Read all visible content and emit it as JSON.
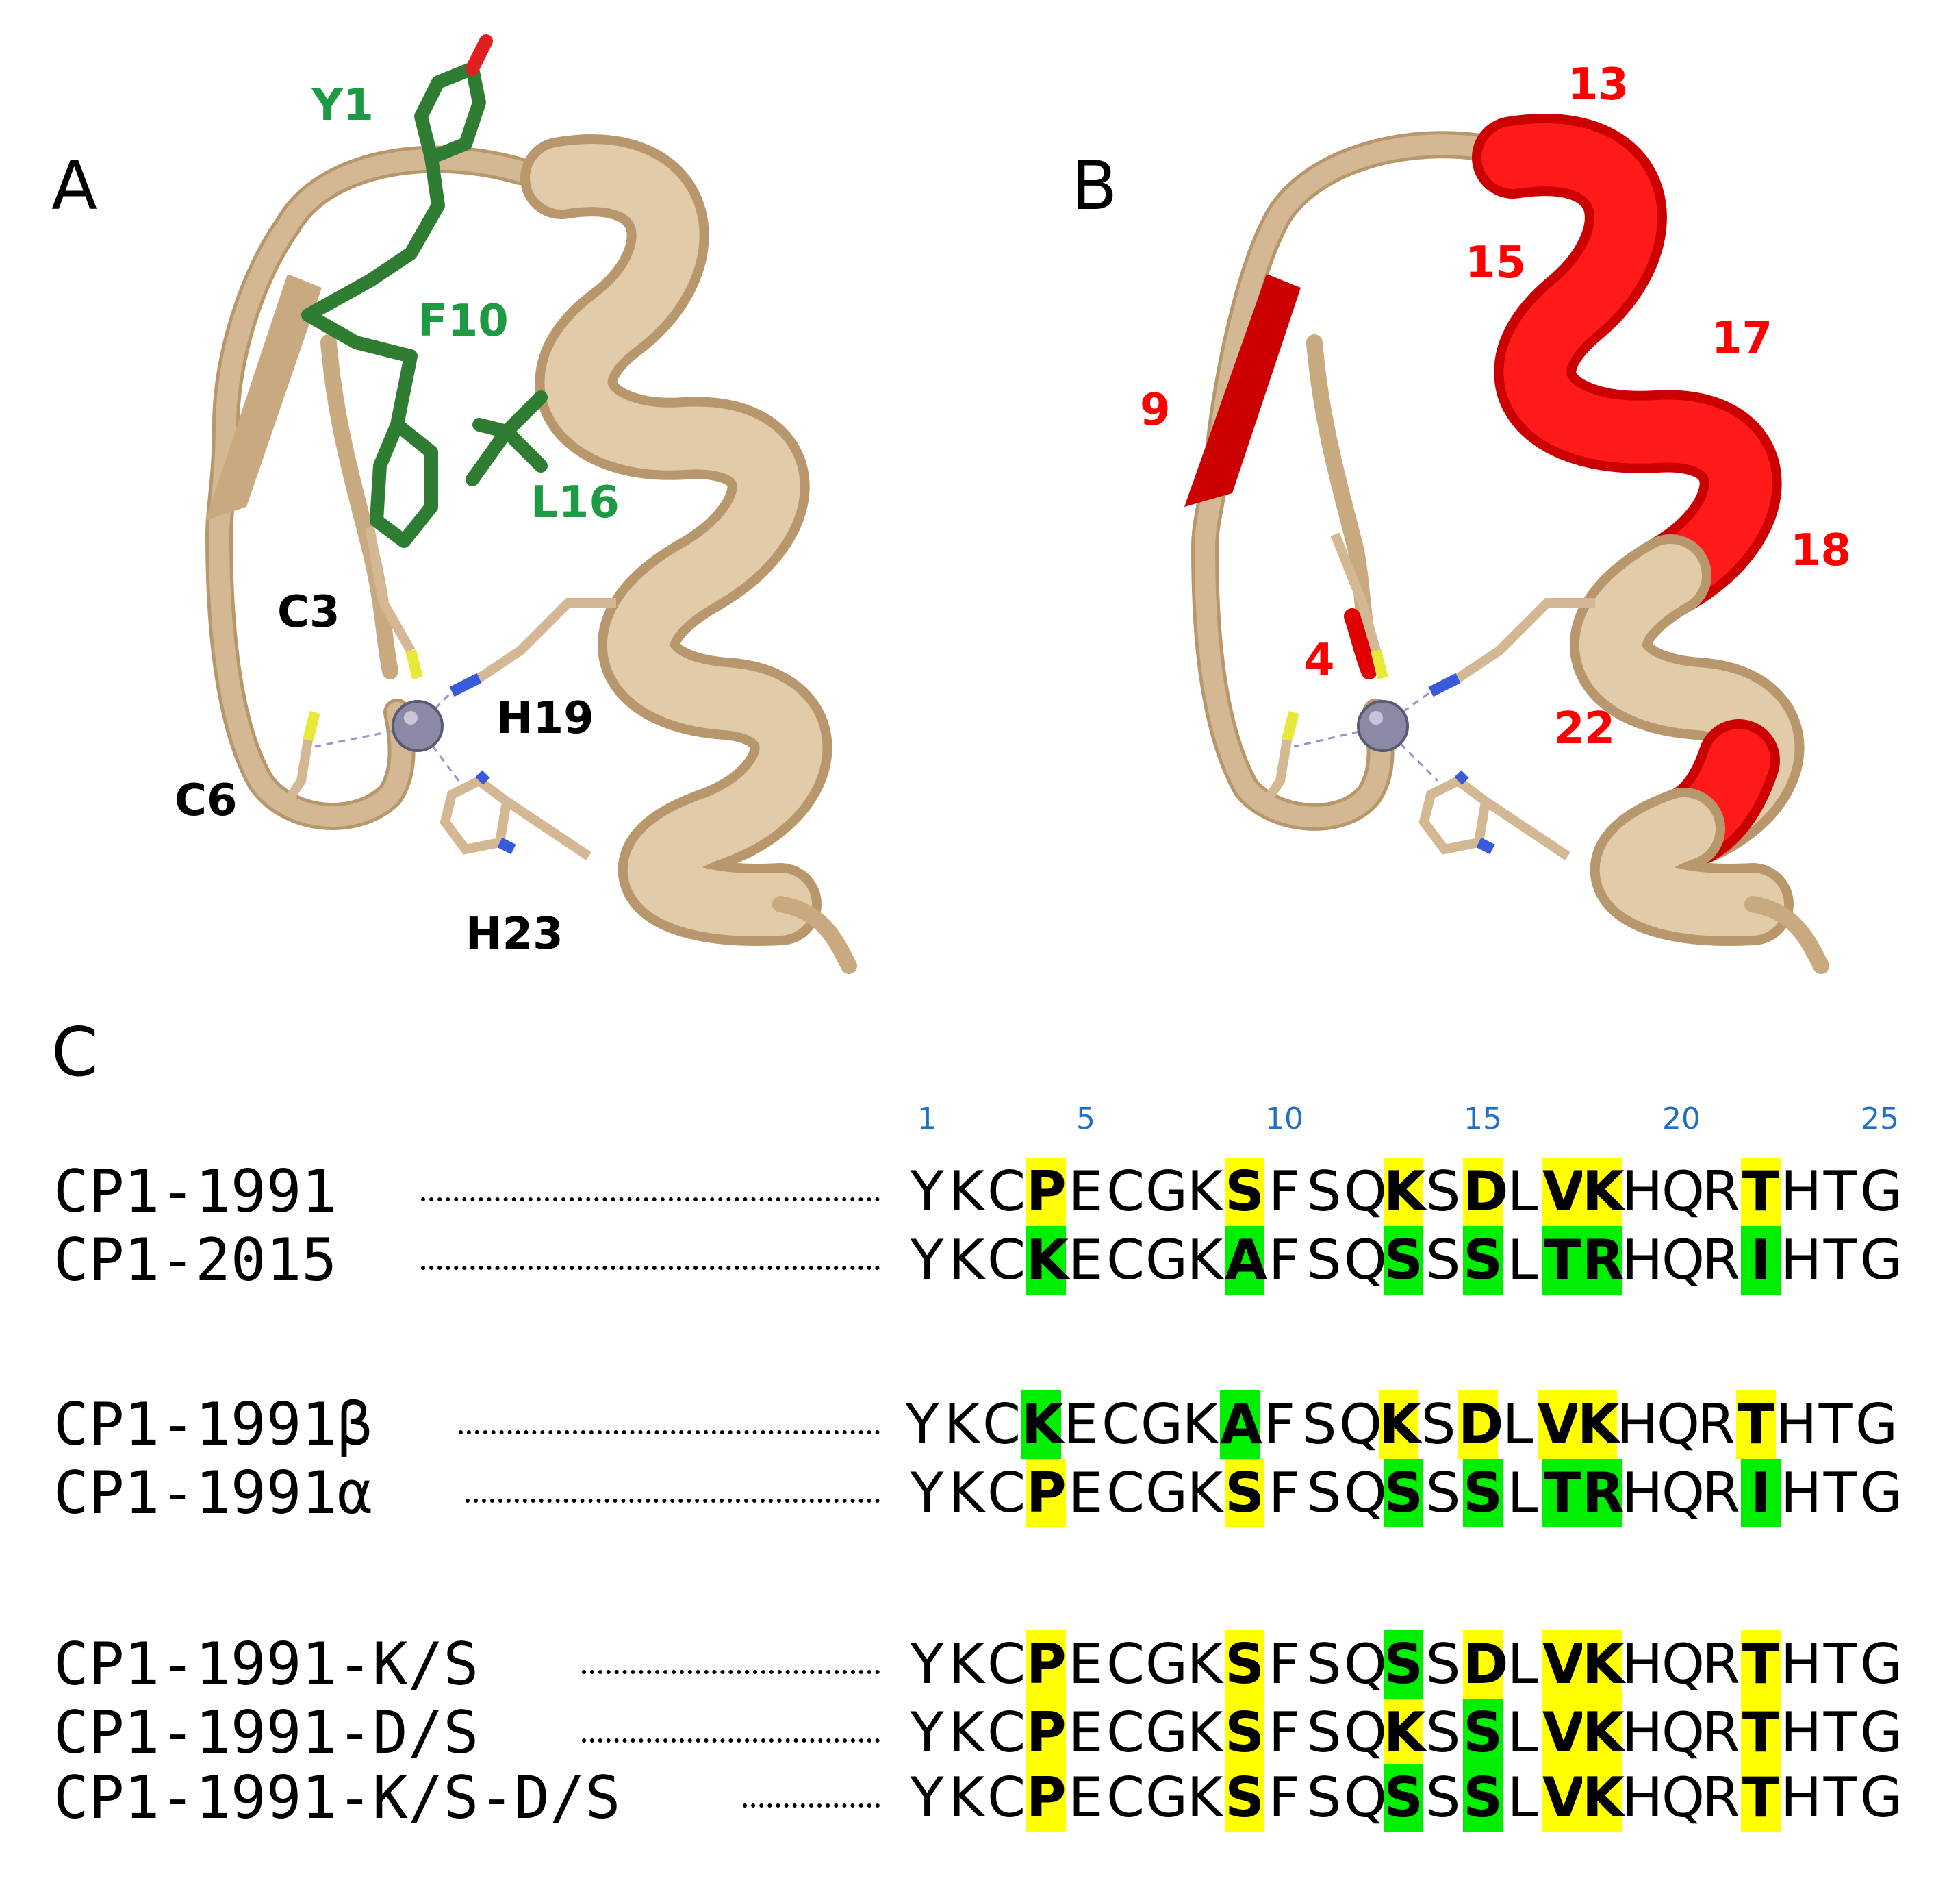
{
  "panels": {
    "A": {
      "letter": "A",
      "labels": {
        "y1": "Y1",
        "f10": "F10",
        "l16": "L16",
        "c3": "C3",
        "c6": "C6",
        "h19": "H19",
        "h23": "H23"
      }
    },
    "B": {
      "letter": "B",
      "labels": {
        "r13": "13",
        "r15": "15",
        "r17": "17",
        "r9": "9",
        "r18": "18",
        "r4": "4",
        "r22": "22"
      }
    },
    "C": {
      "letter": "C"
    }
  },
  "colors": {
    "ribbon": "#d4b893",
    "ribbon_edge": "#b8976c",
    "sidechain_green": "#2e7d32",
    "highlight_red": "#ff0000",
    "zinc": "#8a8aa6",
    "sulfur": "#e8e83a",
    "nitrogen": "#3a5bd9",
    "oxygen": "#e02020",
    "yellow_highlight": "#ffff00",
    "green_highlight": "#00ee00",
    "position_numbers": "#1f6fc4"
  },
  "alignment": {
    "position_numbers": [
      "1",
      "5",
      "10",
      "15",
      "20",
      "25"
    ],
    "rows": [
      {
        "name": "CP1-1991",
        "residues": "YKCPECGKSFSQKSDLVKHQRTHTG",
        "yellow": [
          3,
          8,
          12,
          14,
          16,
          17,
          21
        ],
        "green": []
      },
      {
        "name": "CP1-2015",
        "residues": "YKCKECGKAFSQSSSLTRHQRIHTG",
        "yellow": [],
        "green": [
          3,
          8,
          12,
          14,
          16,
          17,
          21
        ]
      },
      {
        "name": "CP1-1991β",
        "residues": "YKCKECGKAFSQKSDLVKHQRTHTG",
        "yellow": [
          12,
          14,
          16,
          17,
          21
        ],
        "green": [
          3,
          8
        ]
      },
      {
        "name": "CP1-1991α",
        "residues": "YKCPECGKSFSQSSSLTRHQRIHTG",
        "yellow": [
          3,
          8
        ],
        "green": [
          12,
          14,
          16,
          17,
          21
        ]
      },
      {
        "name": "CP1-1991-K/S",
        "residues": "YKCPECGKSFSQSSDLVKHQRTHTG",
        "yellow": [
          3,
          8,
          14,
          16,
          17,
          21
        ],
        "green": [
          12
        ]
      },
      {
        "name": "CP1-1991-D/S",
        "residues": "YKCPECGKSFSQKSSLVKHQRTHTG",
        "yellow": [
          3,
          8,
          12,
          16,
          17,
          21
        ],
        "green": [
          14
        ]
      },
      {
        "name": "CP1-1991-K/S-D/S",
        "residues": "YKCPECGKSFSQSSSLVKHQRTHTG",
        "yellow": [
          3,
          8,
          16,
          17,
          21
        ],
        "green": [
          12,
          14
        ]
      }
    ]
  }
}
